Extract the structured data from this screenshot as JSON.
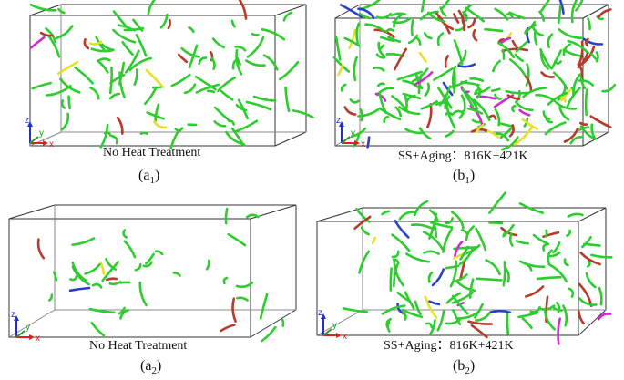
{
  "panels": [
    {
      "id": "a1",
      "caption": "No Heat Treatment",
      "label_letter": "a",
      "label_sub": "1"
    },
    {
      "id": "b1",
      "caption": "SS+Aging：816K+421K",
      "label_letter": "b",
      "label_sub": "1"
    },
    {
      "id": "a2",
      "caption": "No Heat Treatment",
      "label_letter": "a",
      "label_sub": "2"
    },
    {
      "id": "b2",
      "caption": "SS+Aging：816K+421K",
      "label_letter": "b",
      "label_sub": "2"
    }
  ],
  "axes": {
    "x": "x",
    "y": "y",
    "z": "z"
  },
  "colors": {
    "dislocation_main": "#2ecc2e",
    "dislocation_red": "#b83a2a",
    "dislocation_blue": "#2a3fd0",
    "dislocation_yellow": "#e6e02a",
    "dislocation_magenta": "#cc2ecc",
    "box_edge": "#333333",
    "axis_x": "#e02020",
    "axis_y": "#20a020",
    "axis_z": "#2030d0"
  }
}
